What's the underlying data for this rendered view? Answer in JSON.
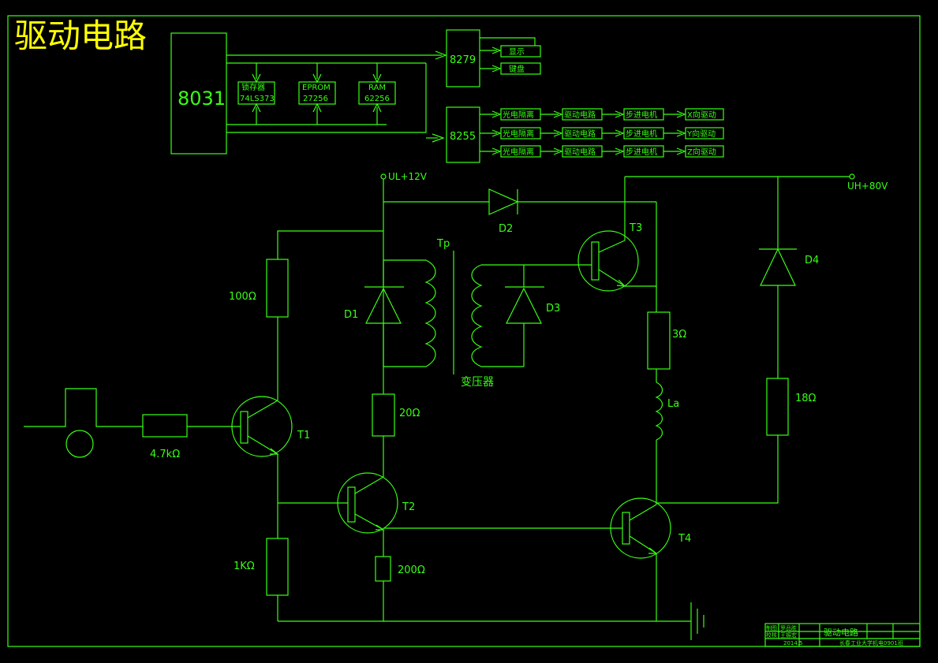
{
  "title": "驱动电路",
  "blocks": {
    "mcu": "8031",
    "latch_top": "锁存器",
    "latch_bot": "74LS373",
    "eprom_top": "EPROM",
    "eprom_bot": "27256",
    "ram_top": "RAM",
    "ram_bot": "62256",
    "kbd_chip": "8279",
    "display": "显示",
    "keyboard": "键盘",
    "io_chip": "8255",
    "channels": [
      {
        "iso": "光电隔离",
        "drv": "驱动电路",
        "motor": "步进电机",
        "axis": "X向驱动"
      },
      {
        "iso": "光电隔离",
        "drv": "驱动电路",
        "motor": "步进电机",
        "axis": "Y向驱动"
      },
      {
        "iso": "光电隔离",
        "drv": "驱动电路",
        "motor": "步进电机",
        "axis": "Z向驱动"
      }
    ]
  },
  "circuit": {
    "ul": "UL+12V",
    "uh": "UH+80V",
    "r100": "100Ω",
    "r47k": "4.7kΩ",
    "r1k": "1KΩ",
    "r20": "20Ω",
    "r200": "200Ω",
    "r3": "3Ω",
    "r18": "18Ω",
    "t1": "T1",
    "t2": "T2",
    "t3": "T3",
    "t4": "T4",
    "d1": "D1",
    "d2": "D2",
    "d3": "D3",
    "d4": "D4",
    "tp": "Tp",
    "transformer": "变压器",
    "la": "La"
  },
  "titleblock": {
    "name": "驱动电路",
    "r1a": "制图",
    "r1b": "罗品胜",
    "r2a": "校核",
    "r2b": "王振宏",
    "date": "2014.5",
    "school": "长春工业大学机电0901班"
  }
}
